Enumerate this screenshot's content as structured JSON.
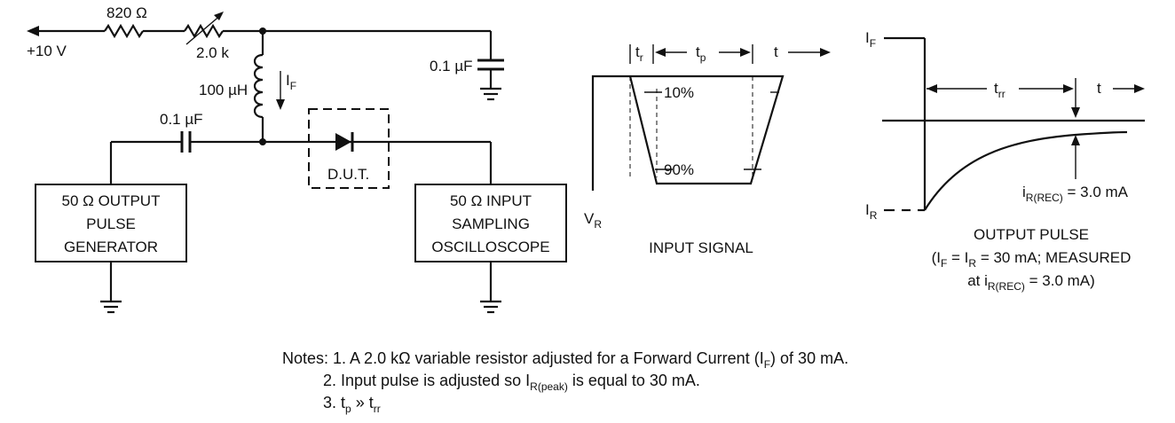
{
  "circuit": {
    "supply": "+10 V",
    "r_fixed": "820 Ω",
    "r_var": "2.0 k",
    "inductor": "100 µH",
    "cap_right": "0.1 µF",
    "cap_left": "0.1 µF",
    "current_label": "I",
    "current_sub": "F",
    "dut": "D.U.T.",
    "generator_lines": [
      "50 Ω OUTPUT",
      "PULSE",
      "GENERATOR"
    ],
    "scope_lines": [
      "50 Ω INPUT",
      "SAMPLING",
      "OSCILLOSCOPE"
    ]
  },
  "input_signal": {
    "tr": "t",
    "tr_sub": "r",
    "tp": "t",
    "tp_sub": "p",
    "t": "t",
    "pct10": "10%",
    "pct90": "90%",
    "vr": "V",
    "vr_sub": "R",
    "caption": "INPUT SIGNAL"
  },
  "output_pulse": {
    "if": "I",
    "if_sub": "F",
    "ir": "I",
    "ir_sub": "R",
    "trr": "t",
    "trr_sub": "rr",
    "t": "t",
    "irrec_prefix": "i",
    "irrec_sub": "R(REC)",
    "irrec_suffix": " = 3.0 mA",
    "caption": "OUTPUT PULSE",
    "cond_line1_a": "(I",
    "cond_line1_b": "F",
    "cond_line1_c": " = I",
    "cond_line1_d": "R",
    "cond_line1_e": " = 30 mA; MEASURED",
    "cond_line2_a": "at i",
    "cond_line2_b": "R(REC)",
    "cond_line2_c": " = 3.0 mA)"
  },
  "notes": {
    "n1_a": "Notes: 1. A 2.0 kΩ variable resistor adjusted for a Forward Current (I",
    "n1_sub": "F",
    "n1_b": ") of 30 mA.",
    "n2_a": "2. Input pulse is adjusted so I",
    "n2_sub": "R(peak)",
    "n2_b": " is equal to 30 mA.",
    "n3_a": "3. t",
    "n3_sub1": "p",
    "n3_mid": " » t",
    "n3_sub2": "rr"
  }
}
